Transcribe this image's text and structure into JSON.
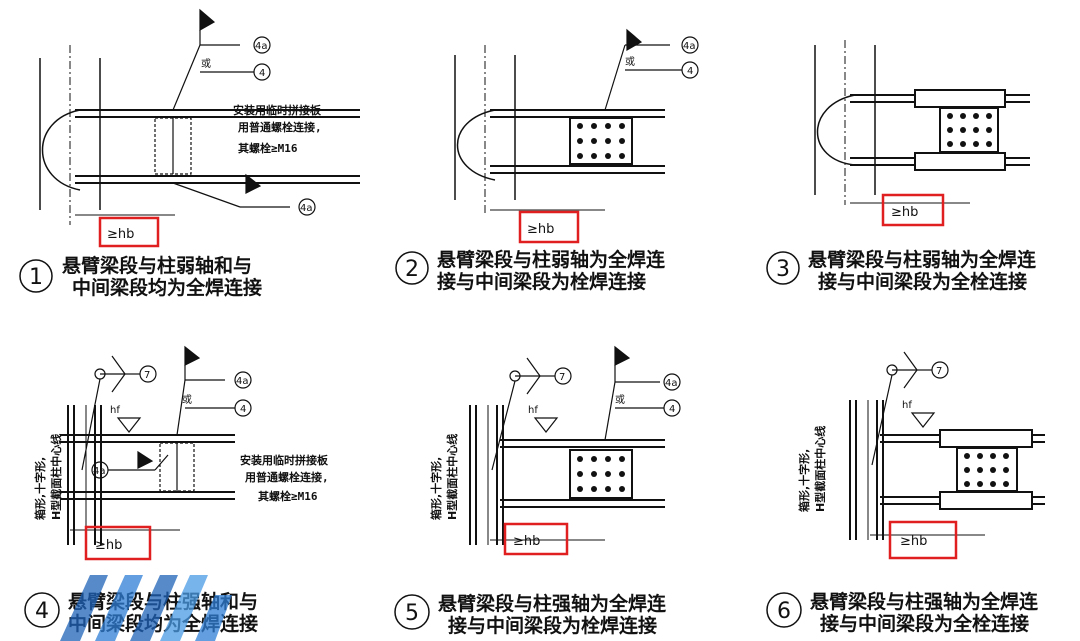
{
  "panels": [
    {
      "num": "1",
      "cap1": "悬臂梁段与柱弱轴和与",
      "cap2": "中间梁段均为全焊连接",
      "dim": "≥hb",
      "note1": "安装用临时拼接板",
      "note2": "用普通螺栓连接,",
      "note3": "其螺栓≥M16",
      "s4a": "4a",
      "s4": "4",
      "or": "或"
    },
    {
      "num": "2",
      "cap1": "悬臂梁段与柱弱轴为全焊连",
      "cap2": "接与中间梁段为栓焊连接",
      "dim": "≥hb",
      "s4a": "4a",
      "s4": "4",
      "or": "或"
    },
    {
      "num": "3",
      "cap1": "悬臂梁段与柱弱轴为全焊连",
      "cap2": "接与中间梁段为全栓连接",
      "dim": "≥hb"
    },
    {
      "num": "4",
      "cap1": "悬臂梁段与柱强轴和与",
      "cap2": "中间梁段均为全焊连接",
      "dim": "≥hb",
      "note1": "安装用临时拼接板",
      "note2": "用普通螺栓连接,",
      "note3": "其螺栓≥M16",
      "s4a": "4a",
      "s4": "4",
      "or": "或",
      "s7": "7",
      "hf": "hf",
      "v1": "箱形,十字形,",
      "v2": "H型截面柱中心线"
    },
    {
      "num": "5",
      "cap1": "悬臂梁段与柱强轴为全焊连",
      "cap2": "接与中间梁段为栓焊连接",
      "dim": "≥hb",
      "s4a": "4a",
      "s4": "4",
      "or": "或",
      "s7": "7",
      "hf": "hf",
      "v1": "箱形,十字形,",
      "v2": "H型截面柱中心线"
    },
    {
      "num": "6",
      "cap1": "悬臂梁段与柱强轴为全焊连",
      "cap2": "接与中间梁段为全栓连接",
      "dim": "≥hb",
      "s7": "7",
      "hf": "hf",
      "v1": "箱形,十字形,",
      "v2": "H型截面柱中心线"
    }
  ]
}
